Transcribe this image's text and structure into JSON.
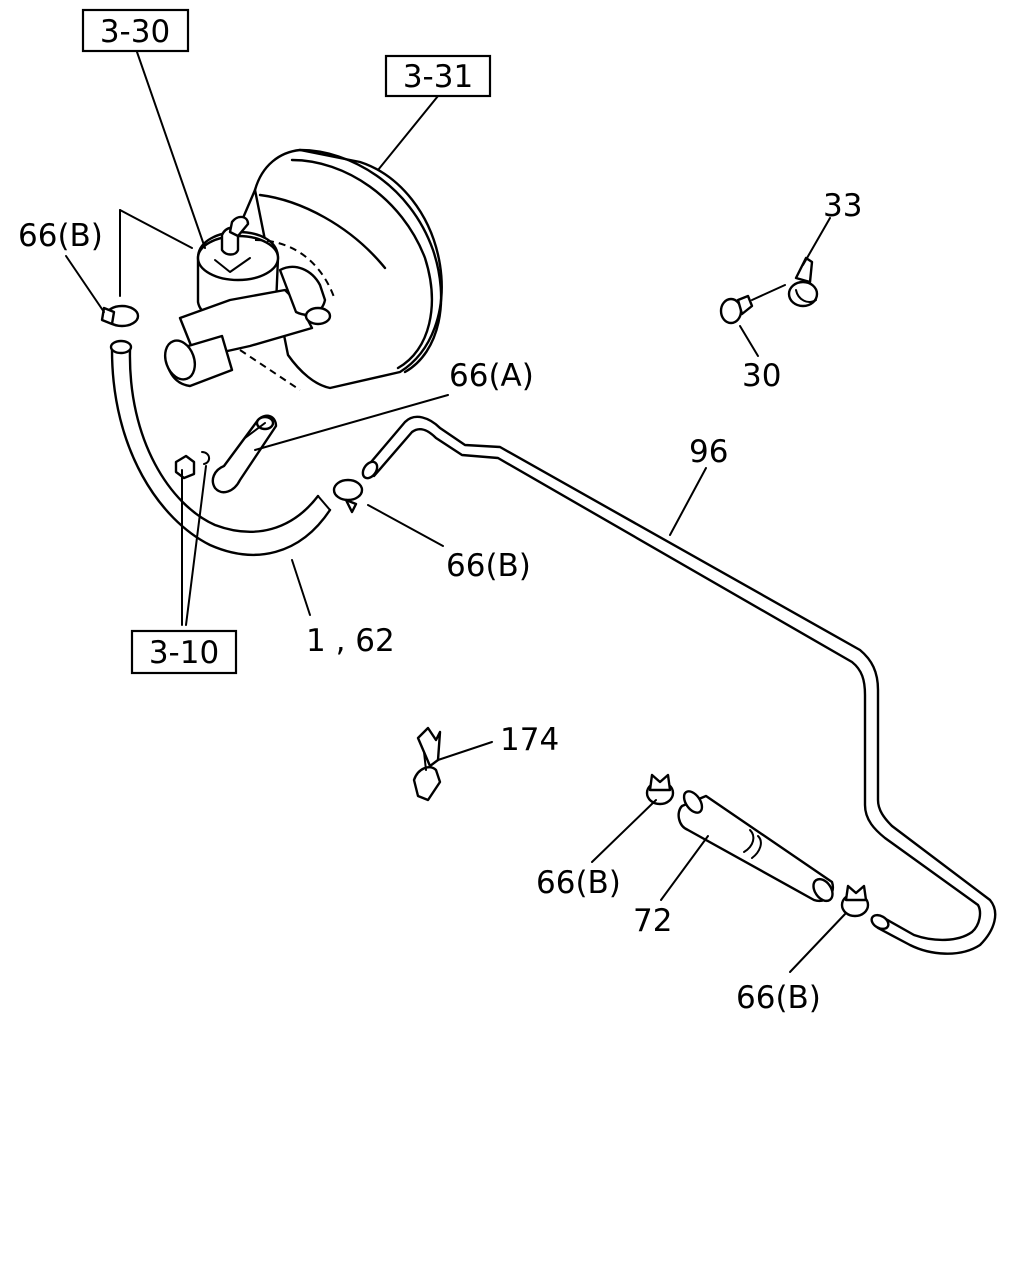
{
  "ref_boxes": {
    "master_cylinder": "3-30",
    "brake_booster": "3-31",
    "vacuum_hose_ref": "3-10"
  },
  "callouts": {
    "clip_top_left": "66(B)",
    "clip_a": "66(A)",
    "clip_mid": "66(B)",
    "hose_main": "1 , 62",
    "vacuum_pipe": "96",
    "bracket_clip": "33",
    "bolt": "30",
    "clamp": "174",
    "clip_lower_left": "66(B)",
    "hose_lower": "72",
    "clip_lower_right": "66(B)"
  }
}
